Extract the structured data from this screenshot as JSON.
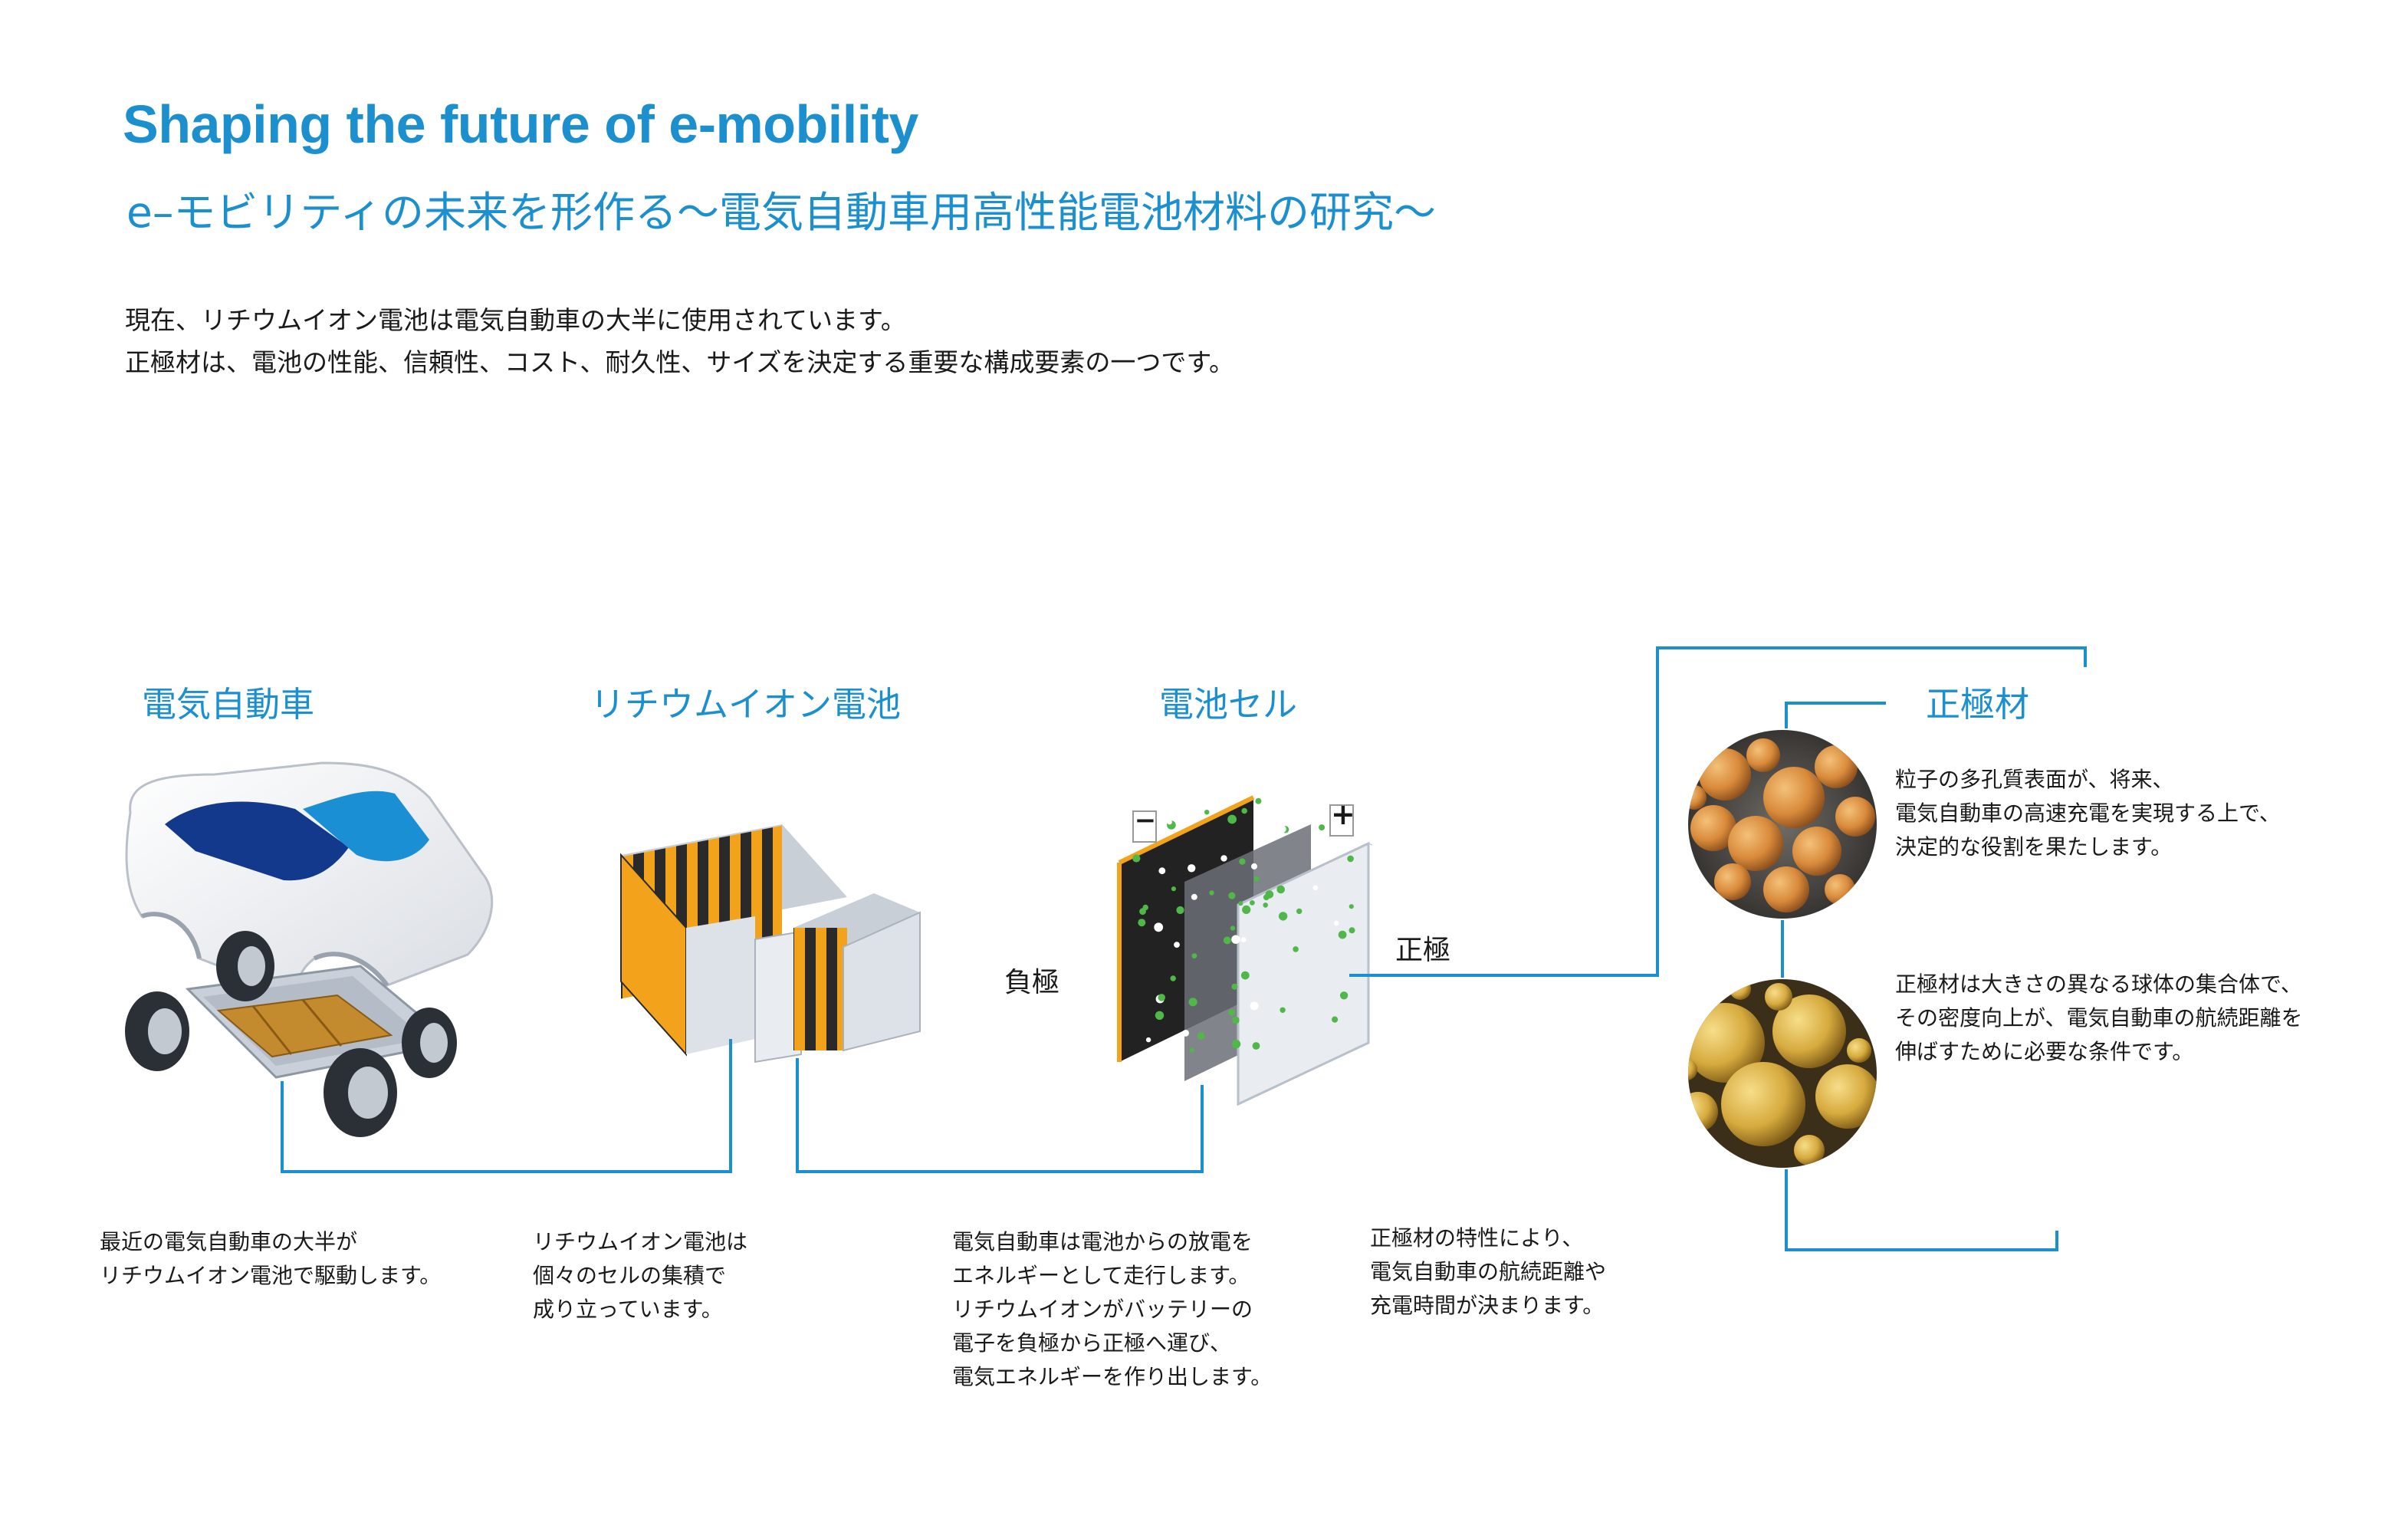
{
  "header": {
    "title_en": "Shaping the future of e-mobility",
    "title_ja": "e–モビリティの未来を形作る〜電気自動車用高性能電池材料の研究〜"
  },
  "intro": {
    "line1": "現在、リチウムイオン電池は電気自動車の大半に使用されています。",
    "line2": "正極材は、電池の性能、信頼性、コスト、耐久性、サイズを決定する重要な構成要素の一つです。"
  },
  "stages": [
    {
      "label": "電気自動車"
    },
    {
      "label": "リチウムイオン電池"
    },
    {
      "label": "電池セル"
    },
    {
      "label": "正極材"
    }
  ],
  "cell": {
    "negative_label": "負極",
    "positive_label": "正極",
    "minus_symbol": "−",
    "plus_symbol": "+"
  },
  "descriptions": {
    "ev": [
      "最近の電気自動車の大半が",
      "リチウムイオン電池で駆動します。"
    ],
    "battery": [
      "リチウムイオン電池は",
      "個々のセルの集積で",
      "成り立っています。"
    ],
    "cell": [
      "電気自動車は電池からの放電を",
      "エネルギーとして走行します。",
      "リチウムイオンがバッテリーの",
      "電子を負極から正極へ運び、",
      "電気エネルギーを作り出します。"
    ],
    "cathode_props": [
      "正極材の特性により、",
      "電気自動車の航続距離や",
      "充電時間が決まります。"
    ],
    "particle_top": [
      "粒子の多孔質表面が、将来、",
      "電気自動車の高速充電を実現する上で、",
      "決定的な役割を果たします。"
    ],
    "particle_bottom": [
      "正極材は大きさの異なる球体の集合体で、",
      "その密度向上が、電気自動車の航続距離を",
      "伸ばすために必要な条件です。"
    ]
  },
  "colors": {
    "accent": "#1c8fcf",
    "battery_orange": "#f2a31b",
    "particle_dots": "#4fb848"
  },
  "icons": [
    "car-body-icon",
    "car-chassis-icon",
    "battery-pack-icon",
    "battery-cell-icon",
    "sem-particle-porous-icon",
    "sem-particle-spheres-icon"
  ]
}
